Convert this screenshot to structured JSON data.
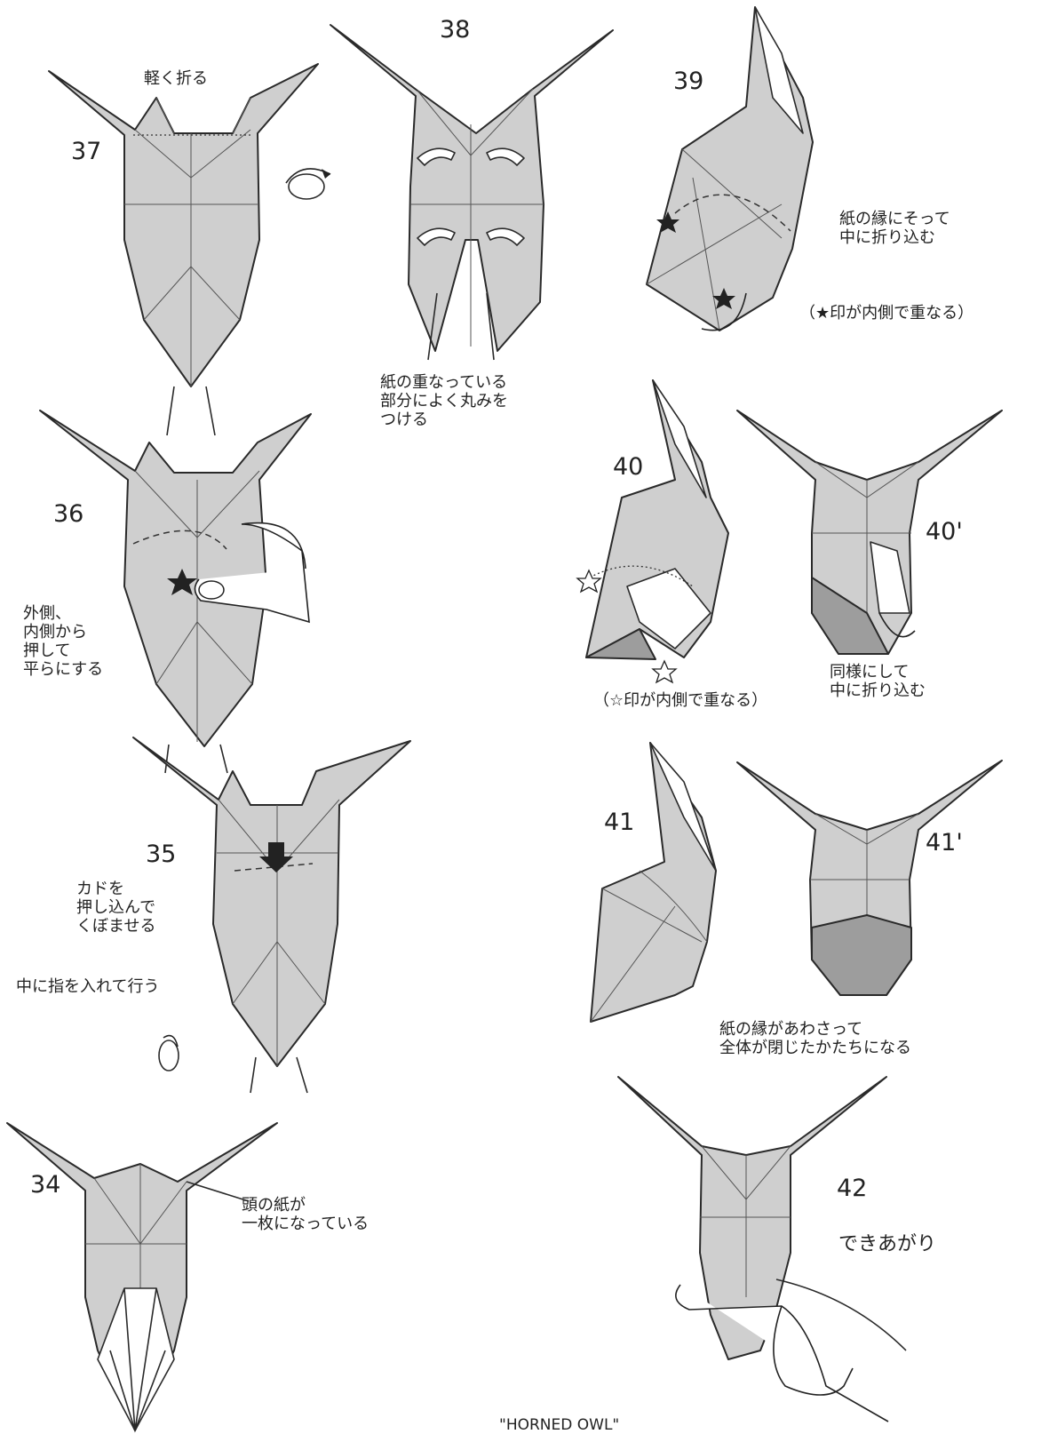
{
  "steps": {
    "s34": "34",
    "s35": "35",
    "s36": "36",
    "s37": "37",
    "s38": "38",
    "s39": "39",
    "s40": "40",
    "s40p": "40'",
    "s41": "41",
    "s41p": "41'",
    "s42": "42"
  },
  "notes": {
    "fold_lightly": "軽く折る",
    "round_layers": "紙の重なっている\n部分によく丸みを\nつける",
    "fold_inside_along_edge": "紙の縁にそって\n中に折り込む",
    "filled_star_overlap": "（★印が内側で重なる）",
    "press_flat": "外側、\n内側から\n押して\n平らにする",
    "hollow_star_overlap": "（☆印が内側で重なる）",
    "same_fold_inside": "同様にして\n中に折り込む",
    "push_corner": "カドを\n押し込んで\nくぼませる",
    "finger_inside": "中に指を入れて行う",
    "edges_meet": "紙の縁があわさって\n全体が閉じたかたちになる",
    "head_single_layer": "頭の紙が\n一枚になっている",
    "finished": "できあがり"
  },
  "title": "\"HORNED OWL\"",
  "icons": {
    "turn_over_a": "turn-over-icon",
    "turn_over_b": "turn-over-icon",
    "finger_36": "finger-icon",
    "finger_42": "hand-icon"
  },
  "colors": {
    "paper": "#cfcfcf",
    "paper_shadow": "#9d9d9d",
    "line": "#2a2a2a"
  }
}
